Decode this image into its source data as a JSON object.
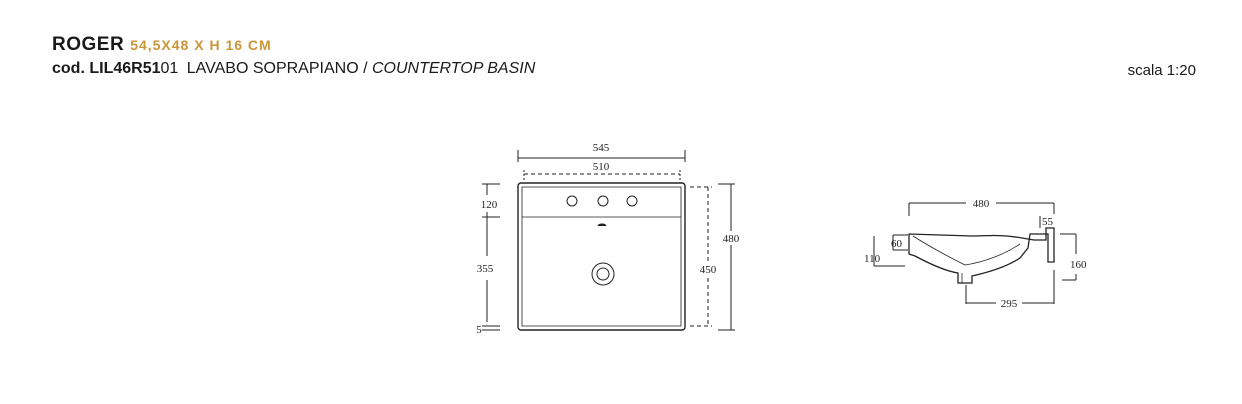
{
  "header": {
    "model": "ROGER",
    "dimensions": "54,5X48 X H 16 CM",
    "code_prefix": "cod.",
    "code_main": "LIL46R51",
    "code_suffix": "01",
    "desc_it": "LAVABO SOPRAPIANO /",
    "desc_en": "COUNTERTOP BASIN"
  },
  "scale": "scala 1:20",
  "top_view": {
    "width_outer": "545",
    "width_inner": "510",
    "height_outer": "480",
    "height_inner": "450",
    "left_120": "120",
    "left_355": "355",
    "left_5": "5"
  },
  "side_view": {
    "depth": "480",
    "dim_55": "55",
    "dim_60": "60",
    "dim_110": "110",
    "height": "160",
    "drain_dist": "295"
  },
  "colors": {
    "accent": "#c9963a",
    "line": "#222222"
  }
}
